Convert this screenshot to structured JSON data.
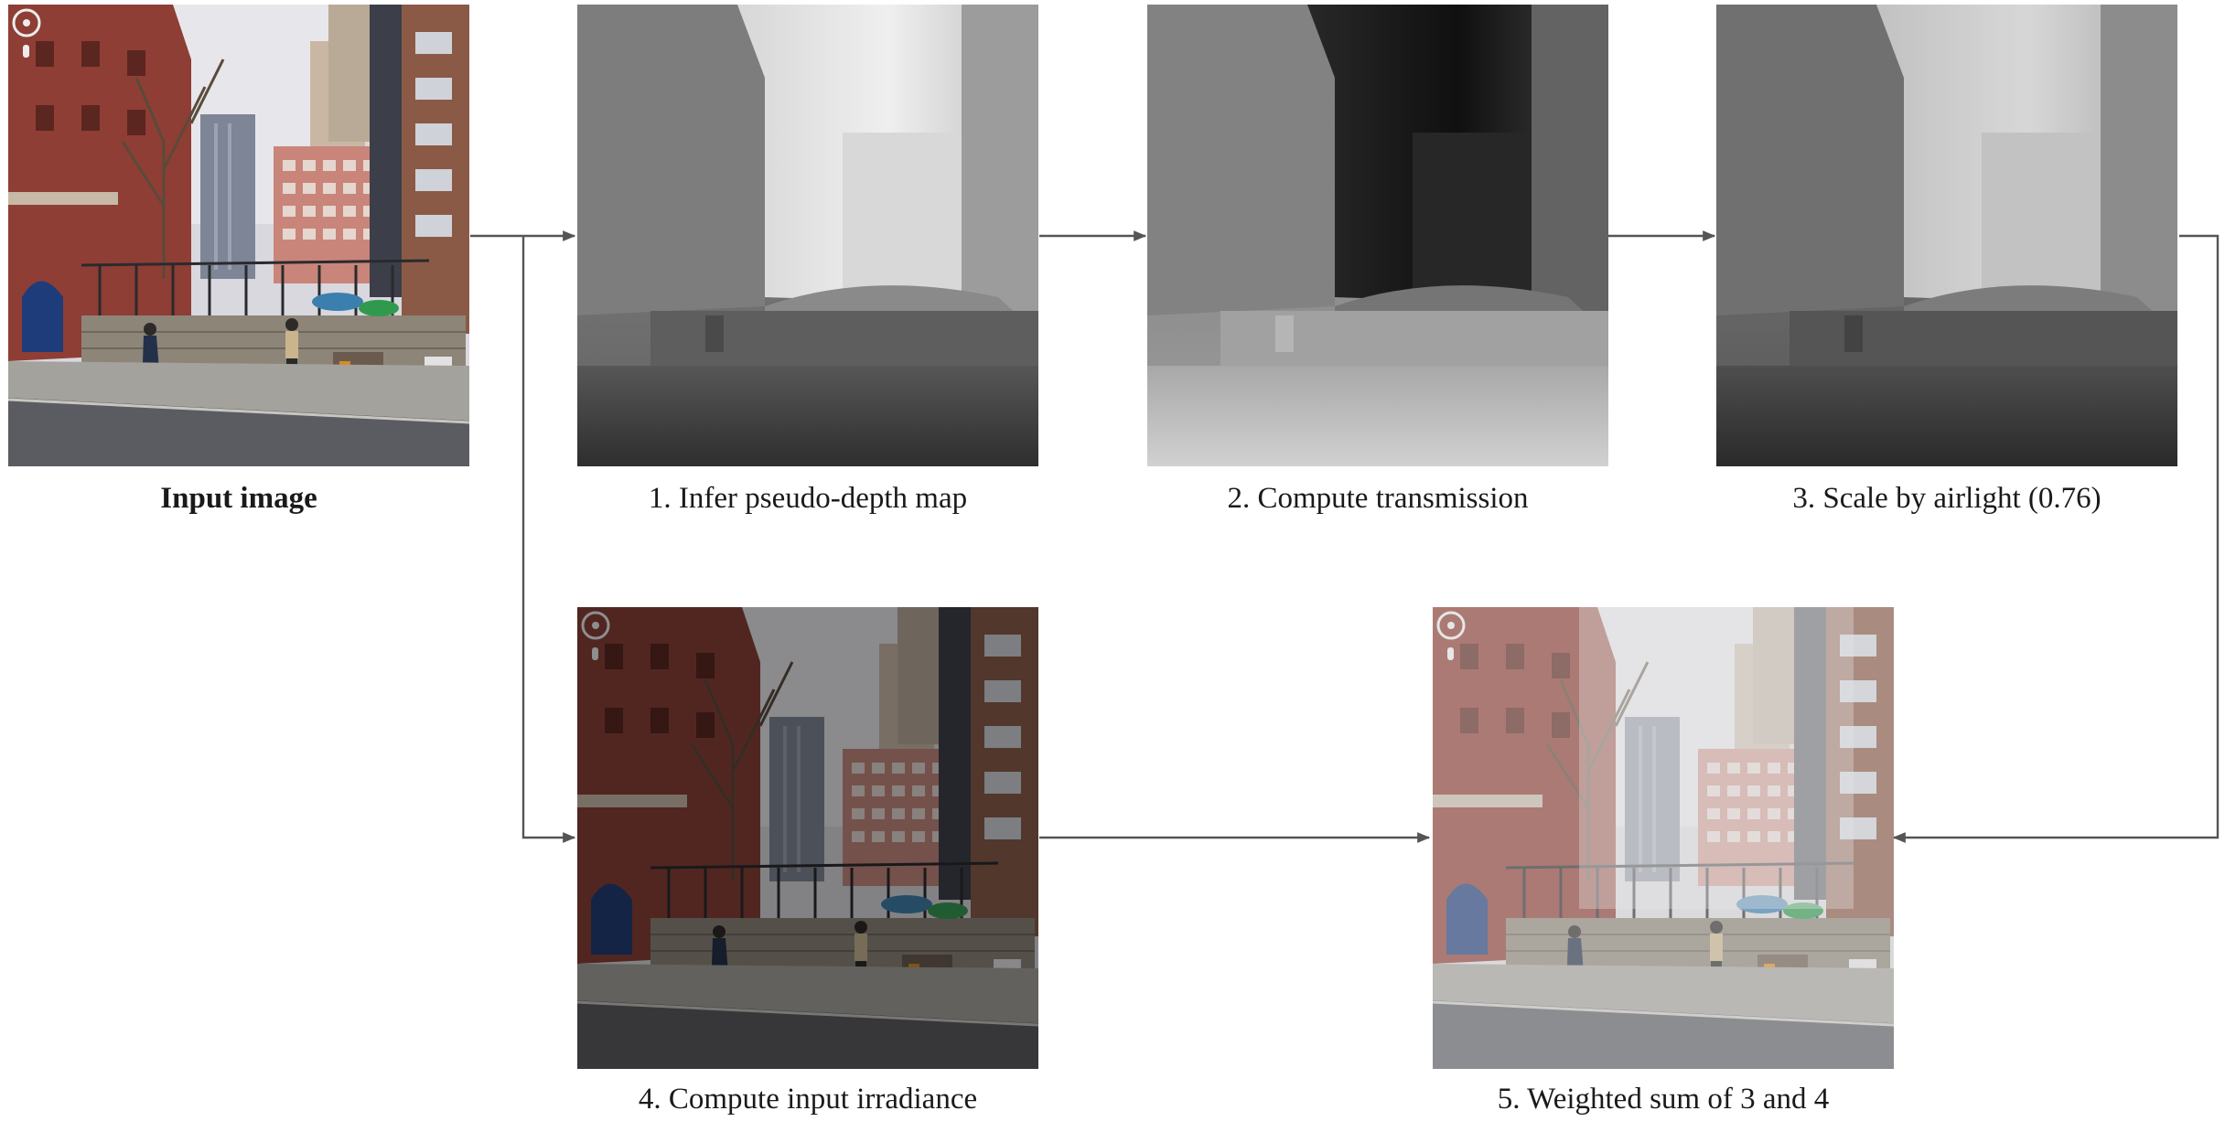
{
  "panels": [
    {
      "id": "input",
      "caption": "Input image",
      "bold": true,
      "kind": "photo-color"
    },
    {
      "id": "depth",
      "caption": "1. Infer pseudo-depth map",
      "kind": "depth-map"
    },
    {
      "id": "transmission",
      "caption": "2. Compute transmission",
      "kind": "transmission-map"
    },
    {
      "id": "airlight",
      "caption": "3. Scale by airlight (0.76)",
      "kind": "scaled-depth-map"
    },
    {
      "id": "irradiance",
      "caption": "4. Compute input irradiance",
      "kind": "photo-dark"
    },
    {
      "id": "weighted",
      "caption": "5. Weighted sum of 3 and 4",
      "kind": "photo-hazy"
    }
  ],
  "colors": {
    "arrow": "#555555",
    "caption": "#1a1a1a"
  }
}
